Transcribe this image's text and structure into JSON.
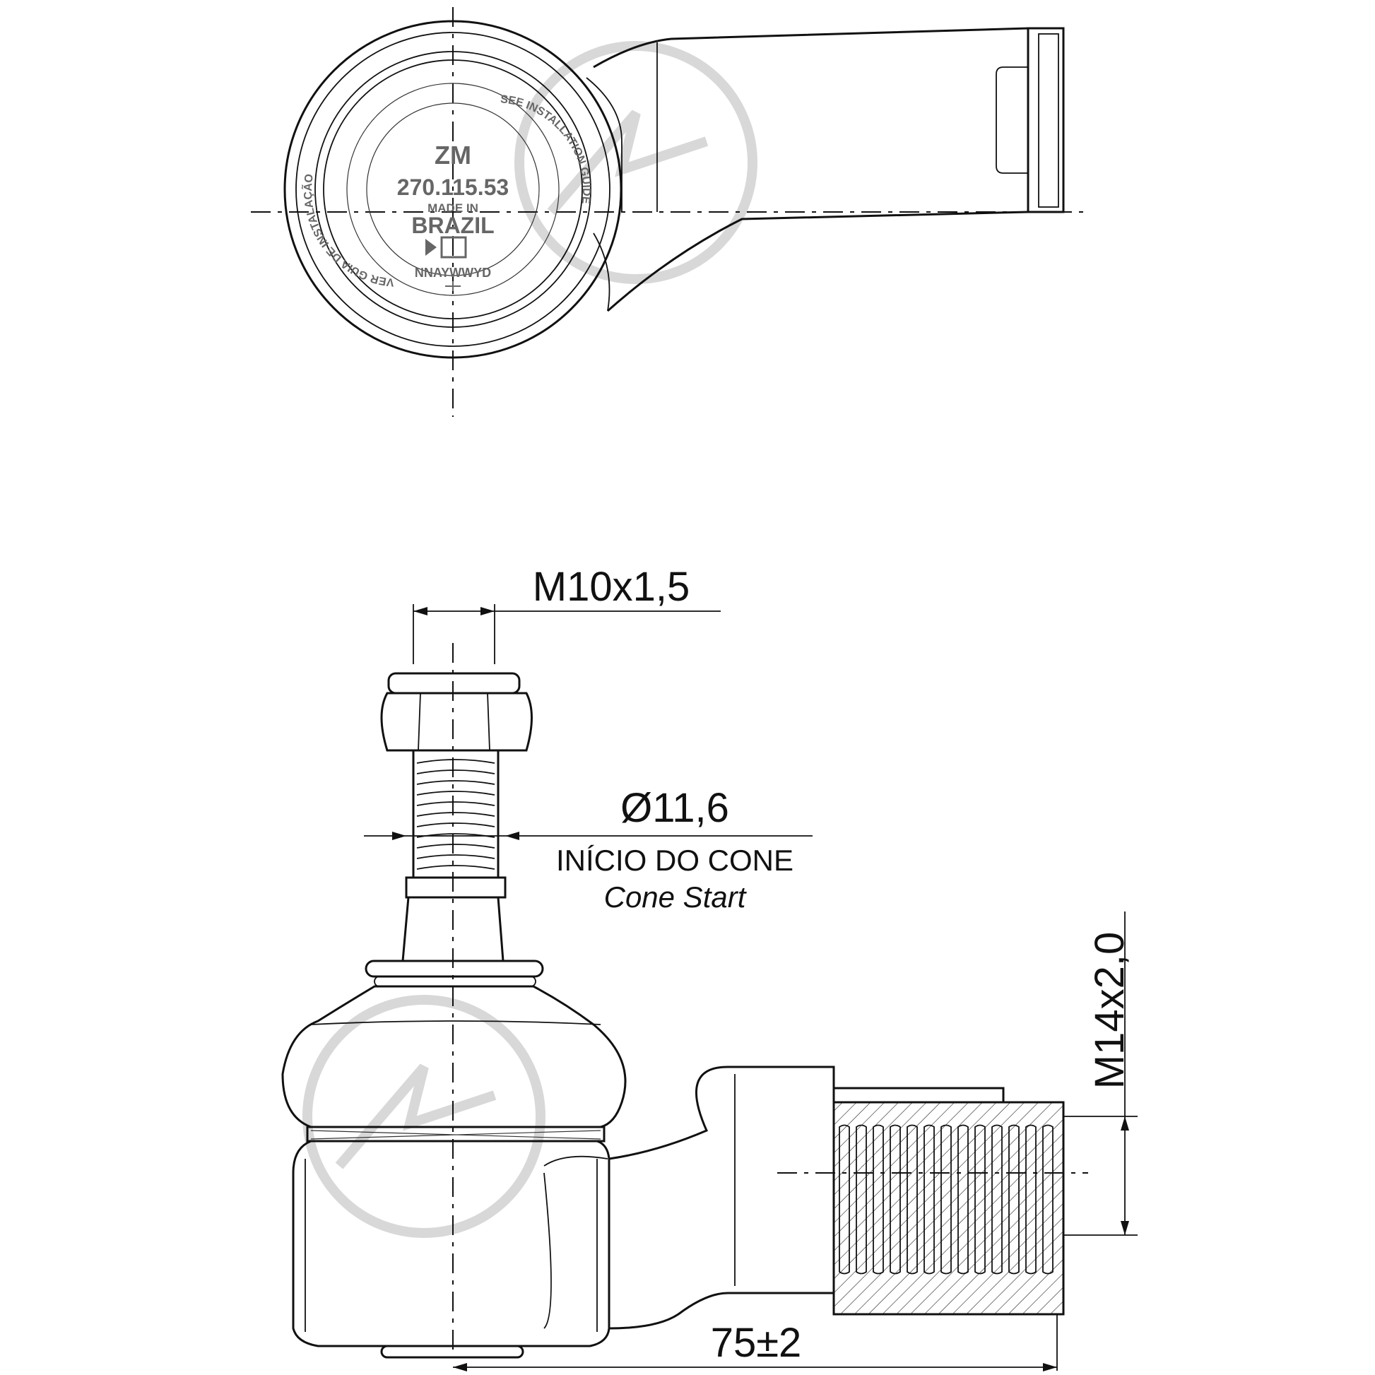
{
  "dimensions": {
    "stud_thread": "M10x1,5",
    "cone_diameter": "Ø11,6",
    "cone_start_pt": "INÍCIO DO CONE",
    "cone_start_en": "Cone Start",
    "shank_thread": "M14x2,0",
    "length": "75±2"
  },
  "part_face": {
    "brand": "ZM",
    "part_number": "270.115.53",
    "made_in": "MADE IN",
    "country": "BRAZIL",
    "date_code": "NNAYWWYD",
    "ring_left": "VER GUIA DE INSTALAÇÃO",
    "ring_right": "SEE INSTALLATION GUIDE"
  },
  "colors": {
    "line": "#111111",
    "watermark": "#d8d8d8",
    "background": "#ffffff"
  }
}
